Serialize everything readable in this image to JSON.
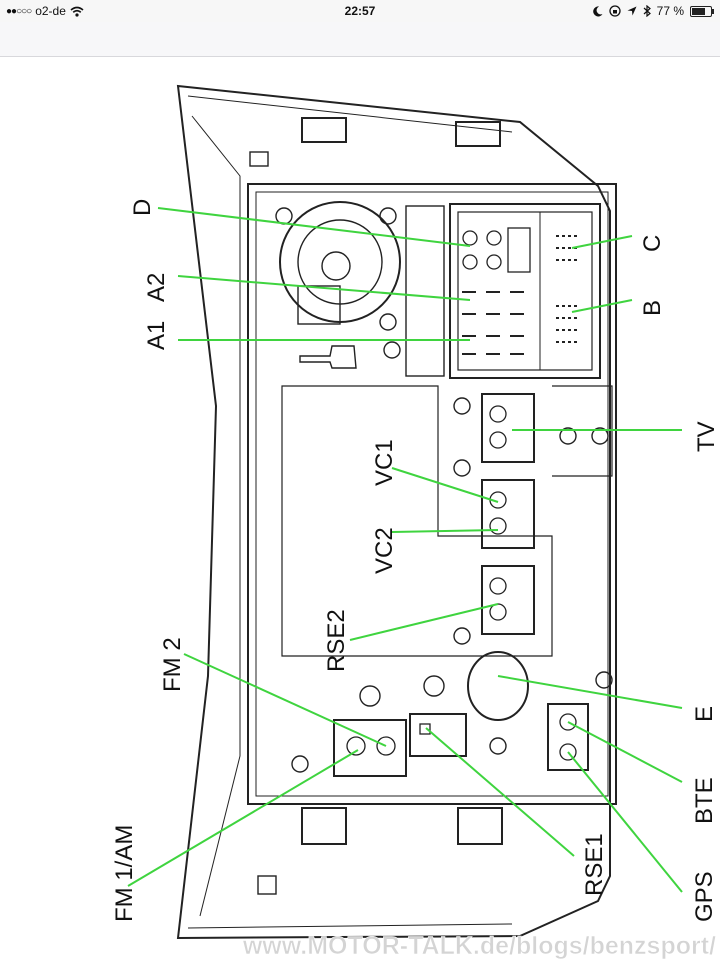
{
  "status_bar": {
    "carrier": "o2-de",
    "time": "22:57",
    "battery": "77 %",
    "battery_level": 0.77,
    "icons": [
      "signal-dots-icon",
      "wifi-icon",
      "moon-icon",
      "lock-rotation-icon",
      "location-icon",
      "bluetooth-icon",
      "battery-icon"
    ]
  },
  "diagram": {
    "labels": {
      "D": "D",
      "A2": "A2",
      "A1": "A1",
      "C": "C",
      "B": "B",
      "TV": "TV",
      "VC1": "VC1",
      "VC2": "VC2",
      "RSE2": "RSE2",
      "FM2": "FM 2",
      "FM1AM": "FM 1/AM",
      "E": "E",
      "BTE": "BTE",
      "RSE1": "RSE1",
      "GPS": "GPS"
    },
    "line_color": "#3fd43f",
    "drawing_color": "#222222",
    "watermark": "www.MOTOR-TALK.de/blogs/benzsport/"
  }
}
